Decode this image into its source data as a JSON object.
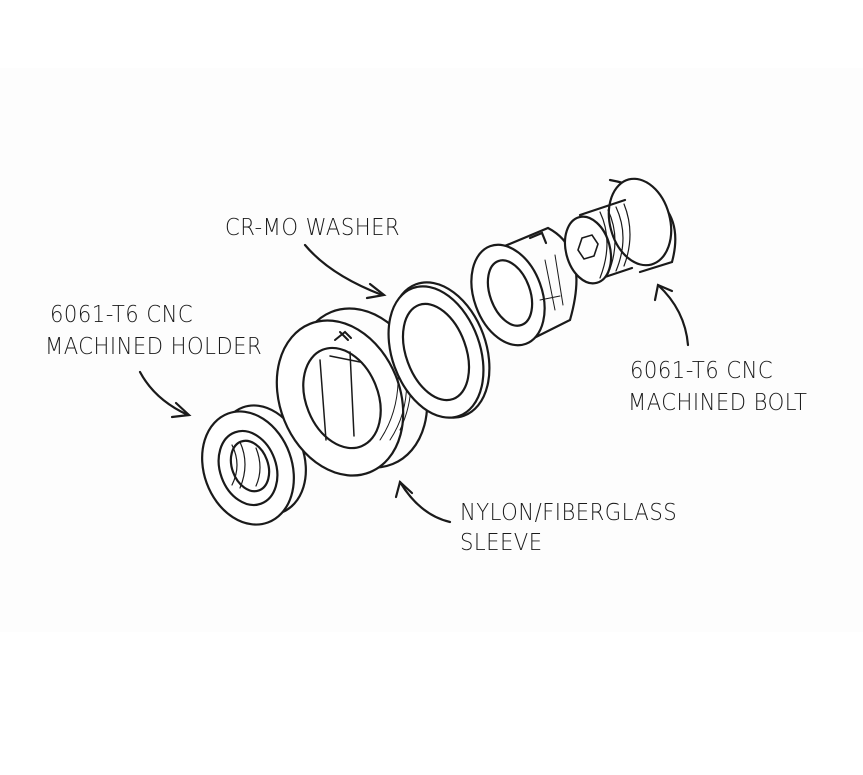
{
  "labels": {
    "washer": "CR-MO WASHER",
    "holder_line1": "6061-T6 CNC",
    "holder_line2": "MACHINED HOLDER",
    "sleeve_line1": "NYLON/FIBERGLASS",
    "sleeve_line2": "SLEEVE",
    "bolt_line1": "6061-T6 CNC",
    "bolt_line2": "MACHINED BOLT"
  },
  "colors": {
    "ink": "#1a1a1a",
    "background": "#fdfdfd"
  }
}
